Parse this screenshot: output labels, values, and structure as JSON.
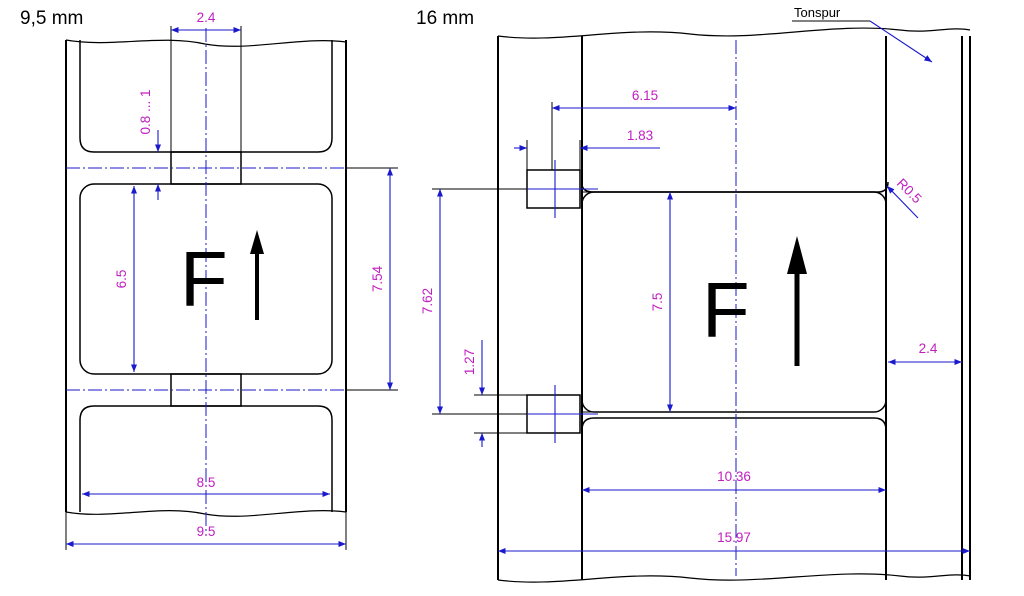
{
  "left_film": {
    "title": "9,5 mm",
    "dims": {
      "perf_width": "2.4",
      "perf_height": "0.8 ... 1",
      "frame_height": "6.5",
      "pitch": "7.54",
      "frame_width": "8.5",
      "film_width": "9.5"
    },
    "frame_letter": "F"
  },
  "right_film": {
    "title": "16 mm",
    "soundtrack_label": "Tonspur",
    "dims": {
      "perf_offset": "6.15",
      "perf_width": "1.83",
      "corner_radius": "R0.5",
      "pitch": "7.62",
      "perf_height": "1.27",
      "frame_height": "7.5",
      "soundtrack_width": "2.4",
      "frame_width": "10.36",
      "film_width": "15.97"
    },
    "frame_letter": "F"
  }
}
